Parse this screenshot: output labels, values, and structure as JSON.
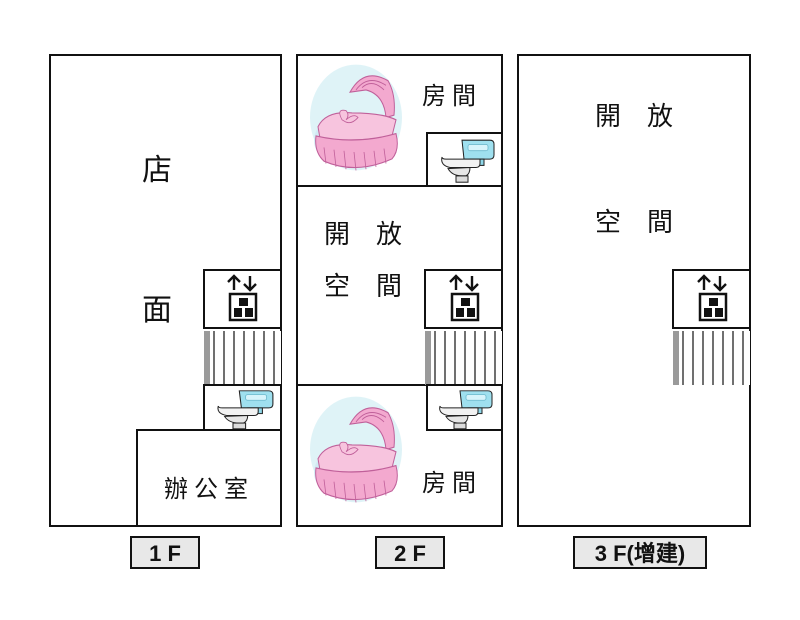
{
  "floors": [
    {
      "label": "1 F",
      "rooms": {
        "shop_line1": "店",
        "shop_line2": "面",
        "office": "辦公室"
      }
    },
    {
      "label": "2 F",
      "rooms": {
        "bedroom_top": "房間",
        "open_line1": "開　放",
        "open_line2": "空　間",
        "bedroom_bottom": "房間"
      }
    },
    {
      "label": "3 F(增建)",
      "rooms": {
        "open_line1": "開　放",
        "open_line2": "空　間"
      }
    }
  ],
  "icons": [
    "elevator-icon",
    "stairs-icon",
    "toilet-icon",
    "cradle-icon"
  ],
  "colors": {
    "wall": "#111111",
    "label_bg": "#e8e8e8",
    "cradle_pink": "#f3a9cf",
    "toilet_blue": "#8fd8ea"
  }
}
